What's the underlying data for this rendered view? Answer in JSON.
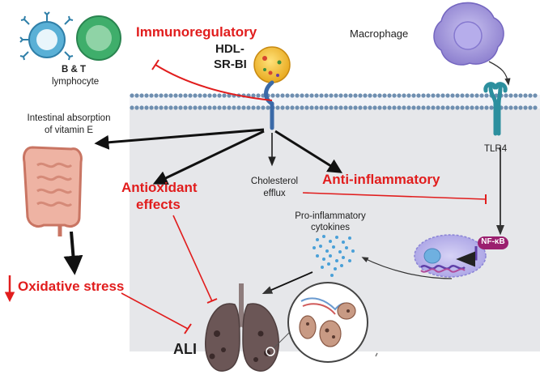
{
  "labels": {
    "bt_cell": "B & T",
    "bt_cell2": "lymphocyte",
    "immunoregulatory": "Immunoregulatory",
    "hdl": "HDL-",
    "srbi": "SR-BI",
    "macrophage": "Macrophage",
    "intestinal": "Intestinal absorption",
    "intestinal2": "of vitamin E",
    "tlr4": "TLR4",
    "cholesterol": "Cholesterol",
    "efflux": "efflux",
    "anti_inflammatory": "Anti-inflammatory",
    "antioxidant": "Antioxidant",
    "effects": "effects",
    "pro_inflammatory": "Pro-inflammatory",
    "cytokines": "cytokines",
    "nfkb": "NF-κB",
    "oxidative": "Oxidative stress",
    "ali": "ALI"
  },
  "colors": {
    "inhibit": "#e11d1d",
    "membrane": "#6f8fb0",
    "cytoplasm": "#e6e7ea",
    "receptor_blue": "#3b6aa8",
    "tlr4": "#2c8f9e",
    "macrophage": "#9b8fd6",
    "nucleus": "#b9b3ea",
    "nfkb": "#9b1f6f",
    "cytokine": "#4aa0d8",
    "lung": "#6b5656",
    "intestine": "#e9a08d",
    "b_cell": "#5ab0d6",
    "t_cell": "#3fae6b"
  },
  "icons": [
    "b-cell-icon",
    "t-cell-icon",
    "hdl-particle-icon",
    "macrophage-icon",
    "intestine-icon",
    "tlr4-receptor-icon",
    "sr-bi-receptor-icon",
    "nucleus-icon",
    "cytokines-icon",
    "lungs-icon",
    "alveoli-inset-icon"
  ]
}
